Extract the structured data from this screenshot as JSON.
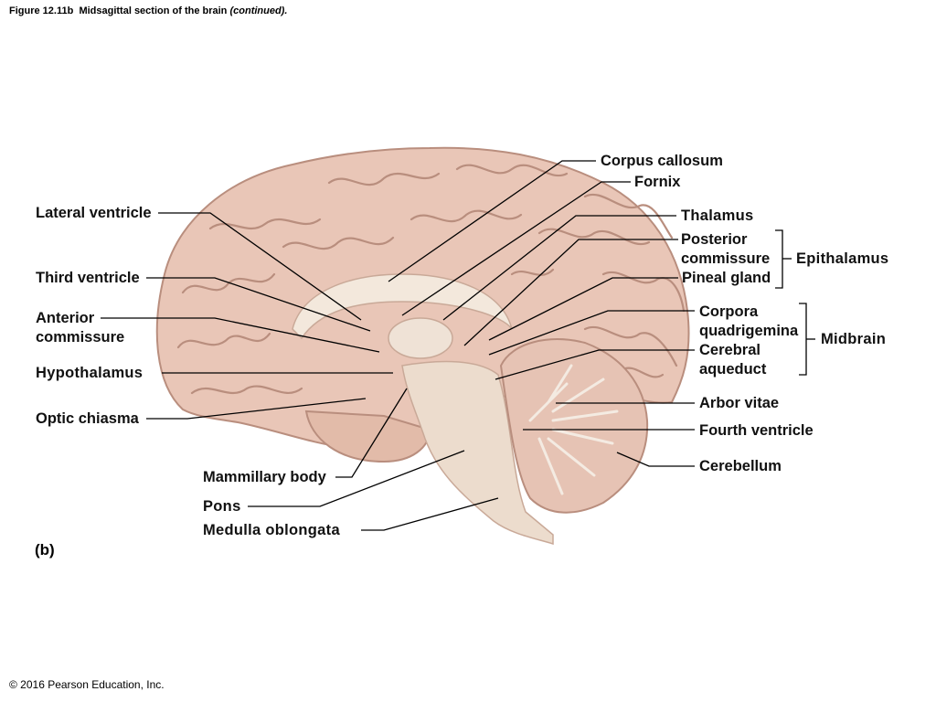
{
  "figure": {
    "number": "Figure 12.11b",
    "title": "Midsagittal section of the brain",
    "title_suffix": "(continued)."
  },
  "panel_letter": "(b)",
  "copyright": "© 2016 Pearson Education, Inc.",
  "labels": {
    "lateral_ventricle": "Lateral ventricle",
    "third_ventricle": "Third ventricle",
    "anterior_commissure_1": "Anterior",
    "anterior_commissure_2": "commissure",
    "hypothalamus": "Hypothalamus",
    "optic_chiasma": "Optic chiasma",
    "mammillary_body": "Mammillary body",
    "pons": "Pons",
    "medulla_oblongata": "Medulla oblongata",
    "corpus_callosum": "Corpus callosum",
    "fornix": "Fornix",
    "thalamus": "Thalamus",
    "posterior_commissure_1": "Posterior",
    "posterior_commissure_2": "commissure",
    "pineal_gland": "Pineal gland",
    "epithalamus": "Epithalamus",
    "corpora_quadrigemina_1": "Corpora",
    "corpora_quadrigemina_2": "quadrigemina",
    "cerebral_aqueduct_1": "Cerebral",
    "cerebral_aqueduct_2": "aqueduct",
    "midbrain": "Midbrain",
    "arbor_vitae": "Arbor vitae",
    "fourth_ventricle": "Fourth ventricle",
    "cerebellum": "Cerebellum"
  },
  "colors": {
    "cerebrum": "#e9c6b7",
    "gyrus_line": "#b98e7e",
    "white_matter": "#efe2d6",
    "brainstem": "#ecdccd",
    "cerebellum": "#e6c3b4",
    "leader_line": "#000000"
  }
}
